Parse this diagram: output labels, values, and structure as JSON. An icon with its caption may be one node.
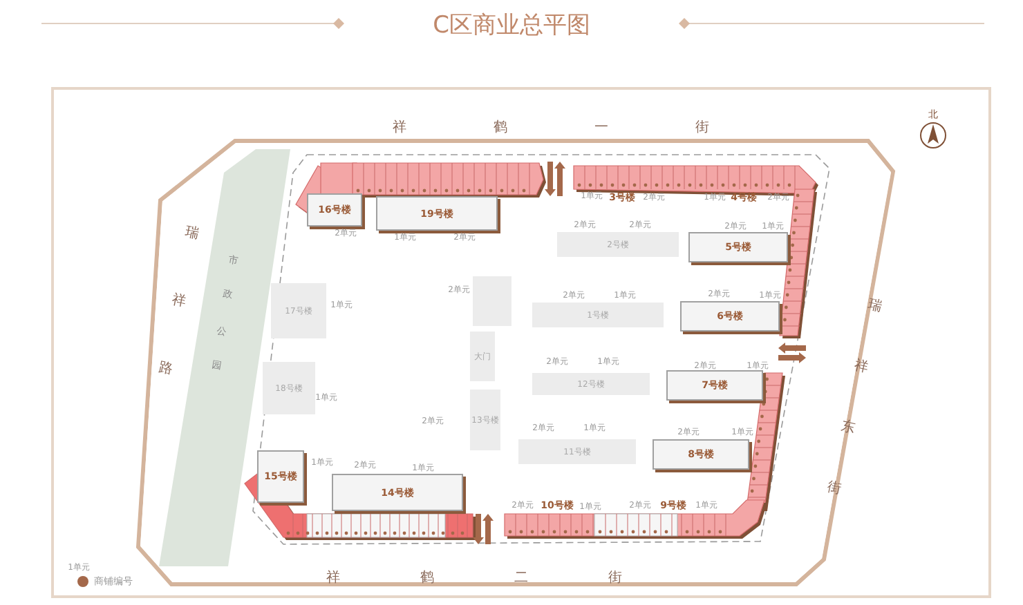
{
  "diagram": {
    "title": "C区商业总平图",
    "nodes": [
      {
        "text": [
          "市政公园"
        ]
      },
      {
        "text": [
          "16号楼"
        ]
      },
      {
        "text": [
          "19号楼"
        ]
      },
      {
        "text": [
          "2号楼"
        ]
      },
      {
        "text": [],
        "shape": "box"
      },
      {
        "text": [
          "5号楼"
        ]
      },
      {
        "text": [
          "17号楼"
        ]
      },
      {
        "text": [
          "1号楼"
        ]
      },
      {
        "text": [
          "6号楼"
        ]
      },
      {
        "text": [
          "大门"
        ]
      },
      {
        "text": [
          "18号楼"
        ]
      },
      {
        "text": [
          "12号楼"
        ]
      },
      {
        "text": [
          "7号楼"
        ]
      },
      {
        "text": [
          "13号楼"
        ]
      },
      {
        "text": [
          "8号楼"
        ]
      },
      {
        "text": [
          "11号楼"
        ]
      },
      {
        "text": [
          "15号楼"
        ]
      },
      {
        "text": [
          "14号楼"
        ]
      }
    ],
    "labels": [
      "祥鹤一街",
      "北",
      "瑞祥路",
      "3号楼",
      "4号楼",
      "瑞祥东街",
      "10号楼",
      "9号楼",
      "祥鹤二街",
      "1单元",
      "2单元",
      "1单元",
      "2单元",
      "1单元",
      "2单元",
      "1单元",
      "2单元",
      "2单元",
      "2单元",
      "2单元",
      "1单元",
      "2单元",
      "1单元",
      "2单元",
      "1单元",
      "2单元",
      "1单元",
      "1单元",
      "2单元",
      "1单元",
      "2单元",
      "1单元",
      "2单元",
      "2单元",
      "1单元",
      "2单元",
      "1单元",
      "1单元",
      "2单元",
      "1单元",
      "2单元",
      "1单元",
      "2单元",
      "1单元"
    ],
    "legend": [
      {
        "text": "商铺编号"
      }
    ]
  }
}
